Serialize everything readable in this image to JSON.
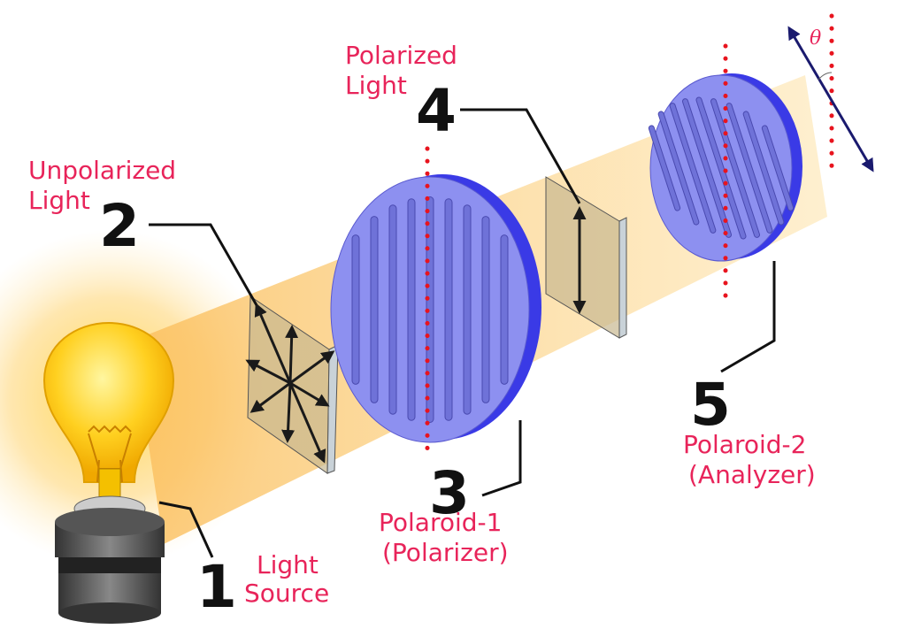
{
  "labels": {
    "n1": "1",
    "light_source_1": "Light",
    "light_source_2": "Source",
    "n2": "2",
    "unpolarized_1": "Unpolarized",
    "unpolarized_2": "Light",
    "n3": "3",
    "polaroid1_1": "Polaroid-1",
    "polaroid1_2": "(Polarizer)",
    "n4": "4",
    "polarized_1": "Polarized",
    "polarized_2": "Light",
    "n5": "5",
    "polaroid2_1": "Polaroid-2",
    "polaroid2_2": "(Analyzer)",
    "theta": "θ"
  },
  "colors": {
    "label": "#e8245a",
    "polaroid": "#8d90f0",
    "polaroid_edge": "#3a3ae6",
    "beam": "#fbc860",
    "axis_dots": "#e8141e",
    "analyzer_axis": "#1a1a6e"
  }
}
